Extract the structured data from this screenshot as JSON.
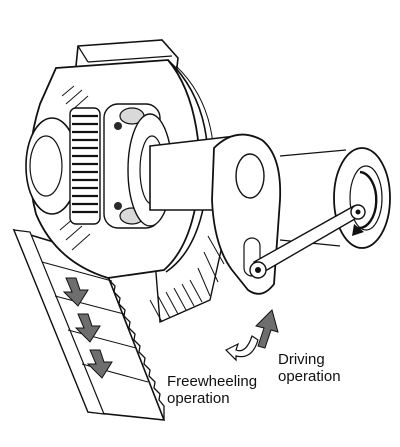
{
  "labels": {
    "driving": [
      "Driving",
      "operation"
    ],
    "freewheeling": [
      "Freewheeling",
      "operation"
    ]
  },
  "colors": {
    "line": "#111111",
    "arrow_fill": "#6e6e6e",
    "light_fill": "#d9d9d9",
    "mid_fill": "#9a9a9a",
    "dark_fill": "#2a2a2a"
  }
}
